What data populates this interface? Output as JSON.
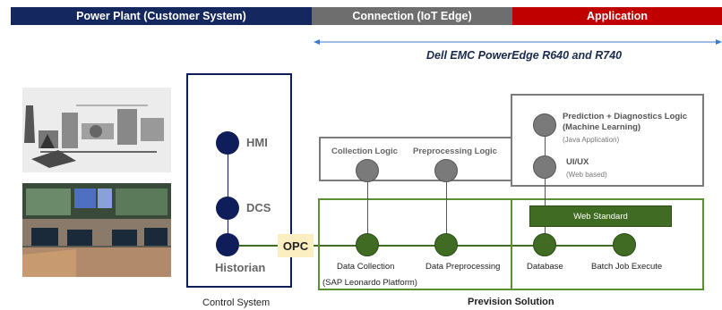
{
  "headers": {
    "plant": "Power Plant (Customer System)",
    "connection": "Connection (IoT Edge)",
    "application": "Application"
  },
  "colors": {
    "plant_header": "#14275e",
    "connection_header": "#6e6e6e",
    "application_header": "#c00000",
    "green_box": "#5a8f32",
    "gray_box": "#7b7b7b",
    "node_dark": "#0f1d5a",
    "node_green": "#3f6b22",
    "node_gray": "#7a7a7a",
    "opc_bg": "#fbeec0"
  },
  "server_label": "Dell EMC PowerEdge R640 and R740",
  "control_system": {
    "nodes": [
      "HMI",
      "DCS",
      "Historian"
    ],
    "caption": "Control System"
  },
  "opc_label": "OPC",
  "iot_edge": {
    "collection_logic": "Collection Logic",
    "preprocessing_logic": "Preprocessing Logic",
    "data_collection": "Data Collection",
    "data_preprocessing": "Data Preprocessing",
    "platform": "(SAP Leonardo Platform)"
  },
  "application": {
    "prediction_title_1": "Prediction + Diagnostics Logic",
    "prediction_title_2": "(Machine Learning)",
    "prediction_sub": "(Java Application)",
    "uiux_title": "UI/UX",
    "uiux_sub": "(Web based)",
    "web_standard": "Web Standard",
    "database": "Database",
    "batch_job": "Batch Job Execute"
  },
  "solution_caption": "Prevision Solution"
}
